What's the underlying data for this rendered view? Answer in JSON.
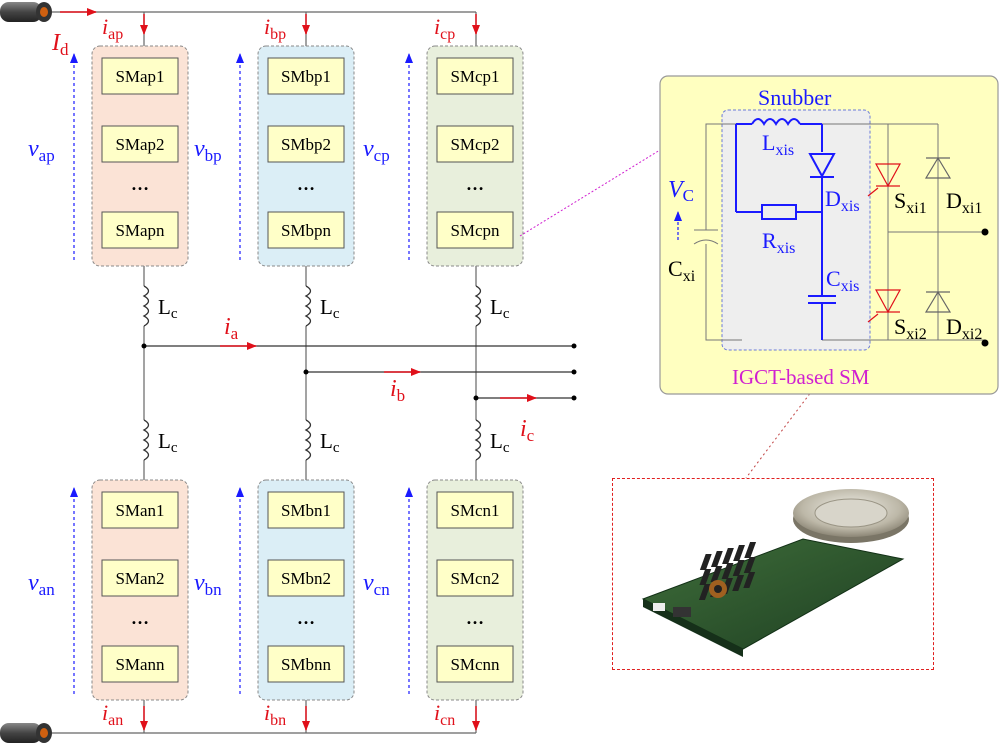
{
  "dc_current": "I",
  "dc_current_sub": "d",
  "arm_currents": {
    "ap": {
      "main": "i",
      "sub": "ap"
    },
    "bp": {
      "main": "i",
      "sub": "bp"
    },
    "cp": {
      "main": "i",
      "sub": "cp"
    },
    "an": {
      "main": "i",
      "sub": "an"
    },
    "bn": {
      "main": "i",
      "sub": "bn"
    },
    "cn": {
      "main": "i",
      "sub": "cn"
    }
  },
  "arm_voltages": {
    "ap": {
      "main": "v",
      "sub": "ap"
    },
    "bp": {
      "main": "v",
      "sub": "bp"
    },
    "cp": {
      "main": "v",
      "sub": "cp"
    },
    "an": {
      "main": "v",
      "sub": "an"
    },
    "bn": {
      "main": "v",
      "sub": "bn"
    },
    "cn": {
      "main": "v",
      "sub": "cn"
    }
  },
  "phase_currents": {
    "a": {
      "main": "i",
      "sub": "a"
    },
    "b": {
      "main": "i",
      "sub": "b"
    },
    "c": {
      "main": "i",
      "sub": "c"
    }
  },
  "inductor": {
    "main": "L",
    "sub": "c"
  },
  "dots": "…",
  "arms": {
    "ap": [
      "SMap1",
      "SMap2",
      "SMapn"
    ],
    "bp": [
      "SMbp1",
      "SMbp2",
      "SMbpn"
    ],
    "cp": [
      "SMcp1",
      "SMcp2",
      "SMcpn"
    ],
    "an": [
      "SMan1",
      "SMan2",
      "SMann"
    ],
    "bn": [
      "SMbn1",
      "SMbn2",
      "SMbnn"
    ],
    "cn": [
      "SMcn1",
      "SMcn2",
      "SMcnn"
    ]
  },
  "sm_detail": {
    "title": "IGCT-based SM",
    "snubber": "Snubber",
    "vc": {
      "main": "V",
      "sub": "C"
    },
    "cxi": {
      "main": "C",
      "sub": "xi"
    },
    "lxis": {
      "main": "L",
      "sub": "xis"
    },
    "dxis": {
      "main": "D",
      "sub": "xis"
    },
    "rxis": {
      "main": "R",
      "sub": "xis"
    },
    "cxis": {
      "main": "C",
      "sub": "xis"
    },
    "sxi1": {
      "main": "S",
      "sub": "xi1"
    },
    "dxi1": {
      "main": "D",
      "sub": "xi1"
    },
    "sxi2": {
      "main": "S",
      "sub": "xi2"
    },
    "dxi2": {
      "main": "D",
      "sub": "xi2"
    }
  },
  "colors": {
    "red": "#e0101a",
    "blue": "#1a1aff",
    "upper_a_fill": "#fbe3d6",
    "upper_b_fill": "#dbeef6",
    "upper_c_fill": "#e8efdc",
    "sm_fill": "#ffffc8",
    "detail_fill": "#ffffc0",
    "snubber_fill": "#eeeeee",
    "magenta": "#d020d0"
  }
}
